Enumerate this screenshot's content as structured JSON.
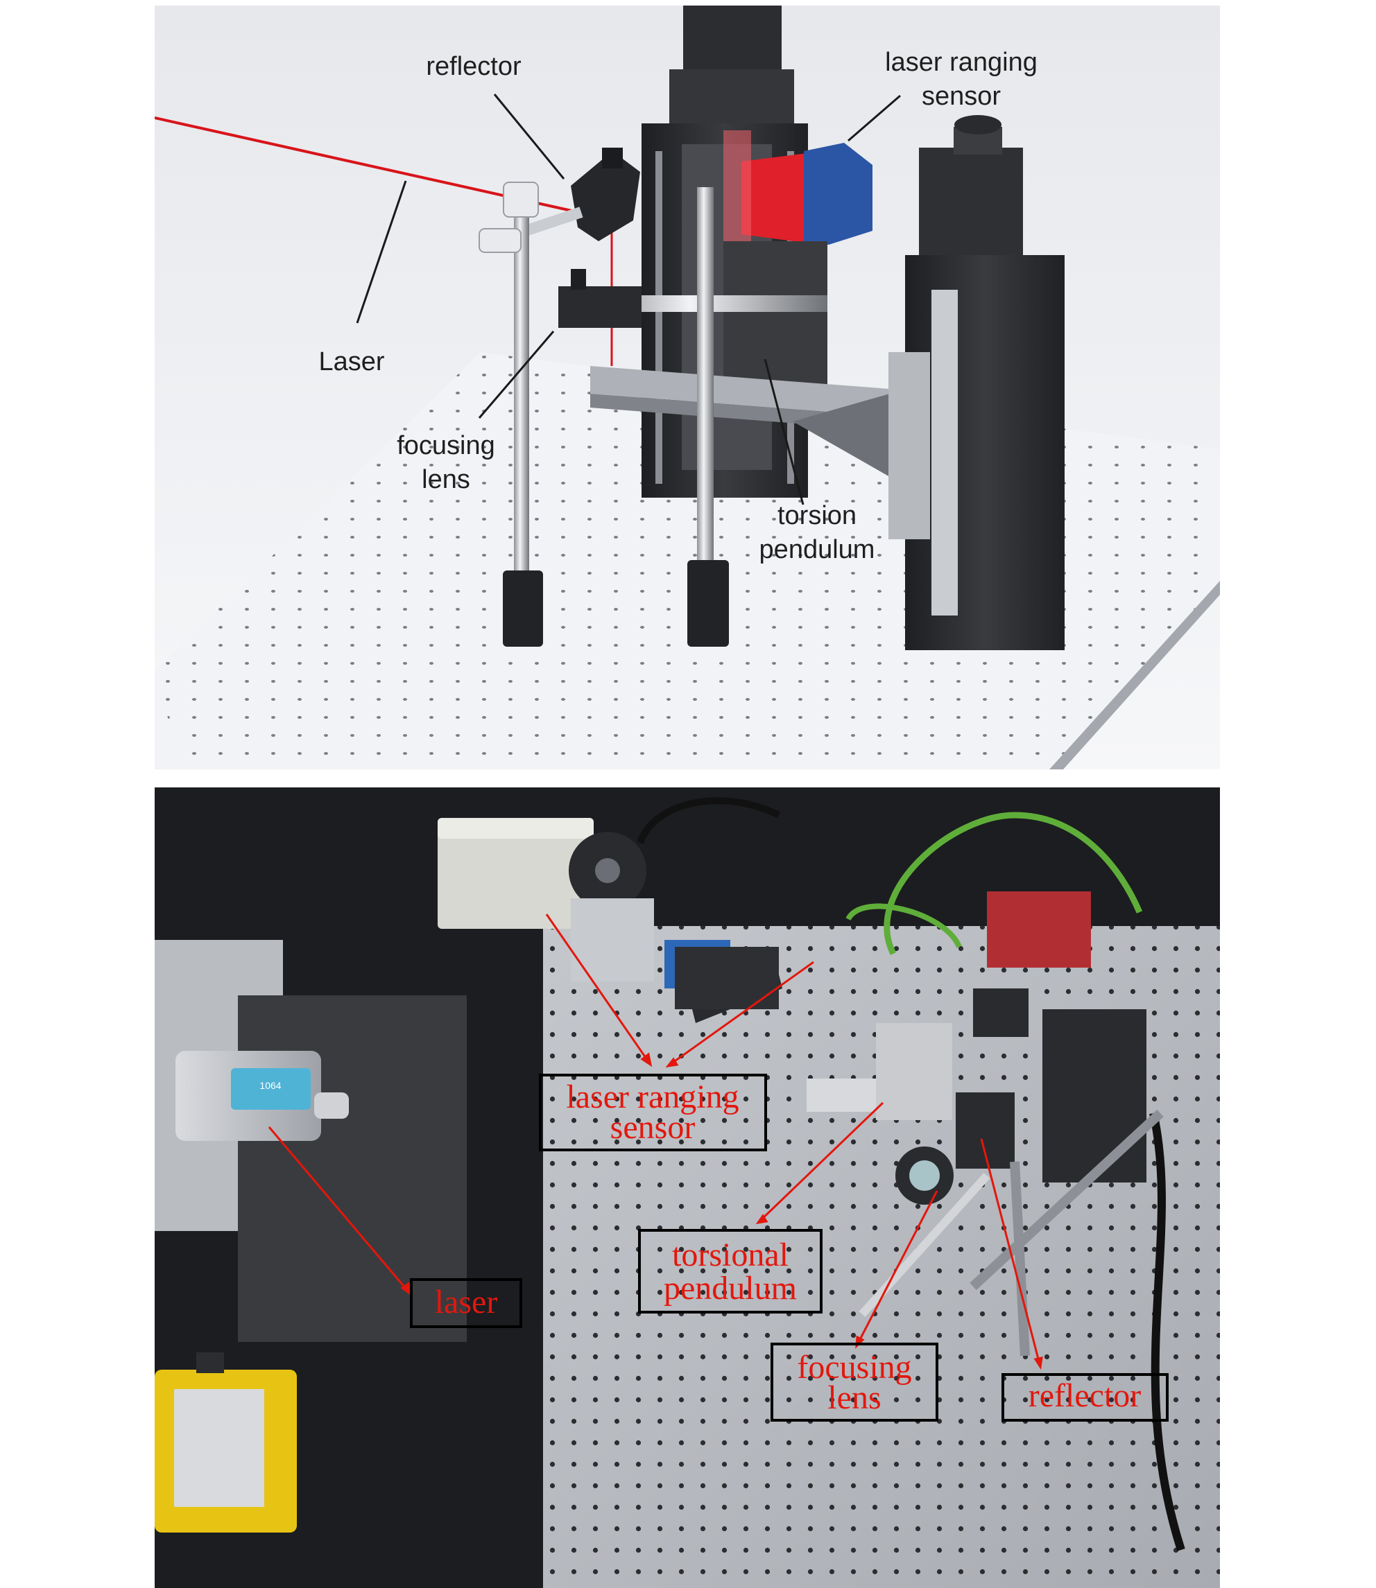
{
  "top_panel": {
    "labels": {
      "reflector": "reflector",
      "laser_ranging_sensor_1": "laser ranging",
      "laser_ranging_sensor_2": "sensor",
      "laser": "Laser",
      "focusing_lens_1": "focusing",
      "focusing_lens_2": "lens",
      "torsion_pendulum_1": "torsion",
      "torsion_pendulum_2": "pendulum"
    }
  },
  "bottom_panel": {
    "labels": {
      "laser_ranging_sensor_1": "laser ranging",
      "laser_ranging_sensor_2": "sensor",
      "laser": "laser",
      "torsional_pendulum_1": "torsional",
      "torsional_pendulum_2": "pendulum",
      "focusing_lens_1": "focusing",
      "focusing_lens_2": "lens",
      "reflector": "reflector",
      "laser_head_marking": "1064"
    }
  },
  "colors": {
    "laser_beam": "#d8141a",
    "label_red": "#e3170d",
    "sensor_red": "#e0202a",
    "sensor_blue": "#2b56a6",
    "dark_metal": "#2a2b2e",
    "breadboard": "#b9bcc1"
  }
}
